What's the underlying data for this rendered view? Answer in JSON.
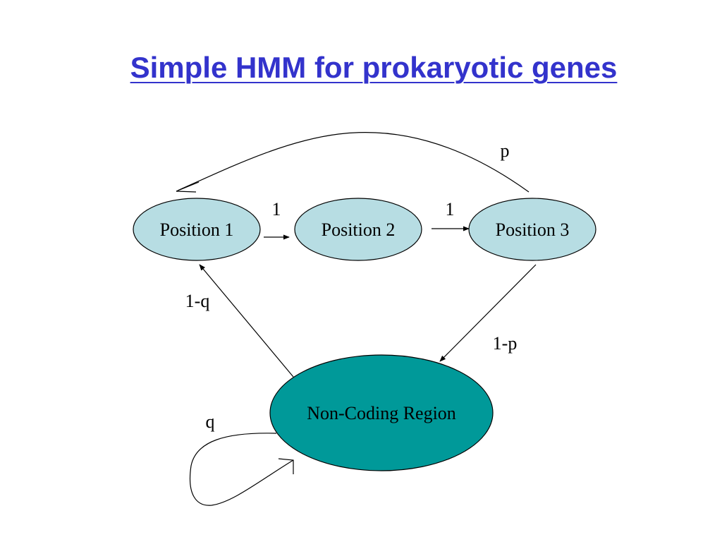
{
  "title": "Simple HMM for prokaryotic genes",
  "colors": {
    "title": "#3333cc",
    "position_state_fill": "#b7dde3",
    "noncoding_state_fill": "#009999",
    "outline": "#000000"
  },
  "states": {
    "position1": "Position 1",
    "position2": "Position 2",
    "position3": "Position 3",
    "noncoding": "Non-Coding Region"
  },
  "transitions": {
    "p1_to_p2": "1",
    "p2_to_p3": "1",
    "p3_to_p1": "p",
    "p3_to_noncoding": "1-p",
    "noncoding_to_p1": "1-q",
    "noncoding_self": "q"
  }
}
